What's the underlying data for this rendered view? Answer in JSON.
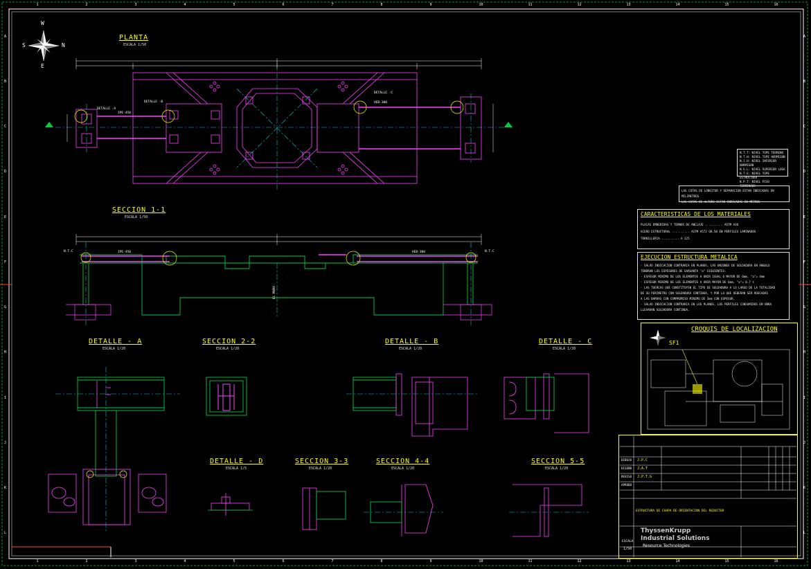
{
  "compass": {
    "north": "W",
    "south": "E",
    "west": "S",
    "east": "N"
  },
  "grid": {
    "cols": [
      "1",
      "2",
      "3",
      "4",
      "5",
      "6",
      "7",
      "8",
      "9",
      "10",
      "11",
      "12",
      "13",
      "14",
      "15",
      "16"
    ],
    "rows": [
      "A",
      "B",
      "C",
      "D",
      "E",
      "F",
      "G",
      "H",
      "I",
      "J",
      "K",
      "L"
    ]
  },
  "views": {
    "plant": {
      "title": "PLANTA",
      "scale": "ESCALA 1/50"
    },
    "sec11": {
      "title": "SECCION 1-1",
      "scale": "ESCALA 1/50"
    },
    "detA": {
      "title": "DETALLE - A",
      "scale": "ESCALA 1/20"
    },
    "sec22": {
      "title": "SECCION 2-2",
      "scale": "ESCALA 1/20"
    },
    "detB": {
      "title": "DETALLE - B",
      "scale": "ESCALA 1/20"
    },
    "detC": {
      "title": "DETALLE - C",
      "scale": "ESCALA 1/20"
    },
    "detD": {
      "title": "DETALLE - D",
      "scale": "ESCALA 1/5"
    },
    "sec33": {
      "title": "SECCION 3-3",
      "scale": "ESCALA 1/20"
    },
    "sec44": {
      "title": "SECCION 4-4",
      "scale": "ESCALA 1/20"
    },
    "sec55": {
      "title": "SECCION 5-5",
      "scale": "ESCALA 1/20"
    }
  },
  "labels": {
    "detalleA": "DETALLE -A",
    "detalleB": "DETALLE -B",
    "detalleC": "DETALLE -C",
    "ipe": "IPE-450",
    "heb": "HEB-300",
    "muro": "EL MURO",
    "nt": "N.T.C"
  },
  "levels_legend": [
    "N.T.T: NIVEL TOPE TERRENO",
    "N.T.H: NIVEL TOPE HORMIGON",
    "N.I.H: NIVEL INFERIOR HORMIGON",
    "N.S.L: NIVEL SUPERIOR LOSA",
    "N.T.E: NIVEL TOPE ESTRUCTURA",
    "N.P.T: NIVEL PISO TERMINADO"
  ],
  "dim_notes": [
    "LAS COTAS DE LONGITUD Y SEPARACION ESTAN INDICADAS EN MILIMETROS",
    "LAS COTAS DE ALTURA ESTAN INDICADAS EN METROS"
  ],
  "materials": {
    "title": "CARACTERISTICAS DE LOS MATERIALES",
    "rows": [
      "PLACAS EMBEBIDAS Y TERNOS DE ANCLAJE .......... ASTM A36",
      "ACERO ESTRUCTURAL .......... ASTM A572 GR.50 EN PERFILES LAMINADOS",
      "TORNILLERIA .......... A 325"
    ]
  },
  "execution": {
    "title": "EJECUCION ESTRUCTURA METALICA",
    "rows": [
      "- SALVO INDICACION CONTRARIA EN PLANOS, LAS UNIONES DE SOLDADURA EN ANGULO",
      "  TENDRAN LOS ESPESORES DE GARGANTA \"a\" SIGUIENTES:",
      "  - ESPESOR MINIMO DE LOS ELEMENTOS A UNIR IGUAL O MAYOR DE 6mm, \"a\"= 4mm",
      "  - ESPESOR MINIMO DE LOS ELEMENTOS A UNIR MAYOR DE 6mm, \"a\"= 0.7 t",
      "- LAS TUERCAS QUE CONSTITUYEN EL TIPO DE SOLDADURA A LO LARGO DE LA TOTALIDAD",
      "  DE SU PERIMETRO CON SOLDADURA CONTINUA, Y POR LO QUE DEBERAN SER ROSCADAS",
      "  A LAS BARRAS CON COMPROMISO MINIMO DE 3mm CON ESPESOR.",
      "- SALVO INDICACION CONTRARIA EN LOS PLANOS, LOS PERFILES CONSUMIDOS EN OBRA",
      "  LLEVARAN SOLDADURA CONTINUA."
    ]
  },
  "location": {
    "title": "CROQUIS DE LOCALIZACION",
    "marker": "SF1"
  },
  "title_block": {
    "company": "ThyssenKrupp",
    "company2": "Industrial Solutions",
    "division": "Resource Technologies",
    "project": "ESTRUCTURA DE CHAPA DE ORIENTACION DEL REDUCTOR",
    "scale_label": "ESCALA",
    "scale": "1/50",
    "fields": [
      "DIBUJO",
      "DISEÑO",
      "REVISO",
      "APROBO"
    ],
    "initials": [
      "J.P.C",
      "J.A.T",
      "J.P.T.G"
    ]
  }
}
